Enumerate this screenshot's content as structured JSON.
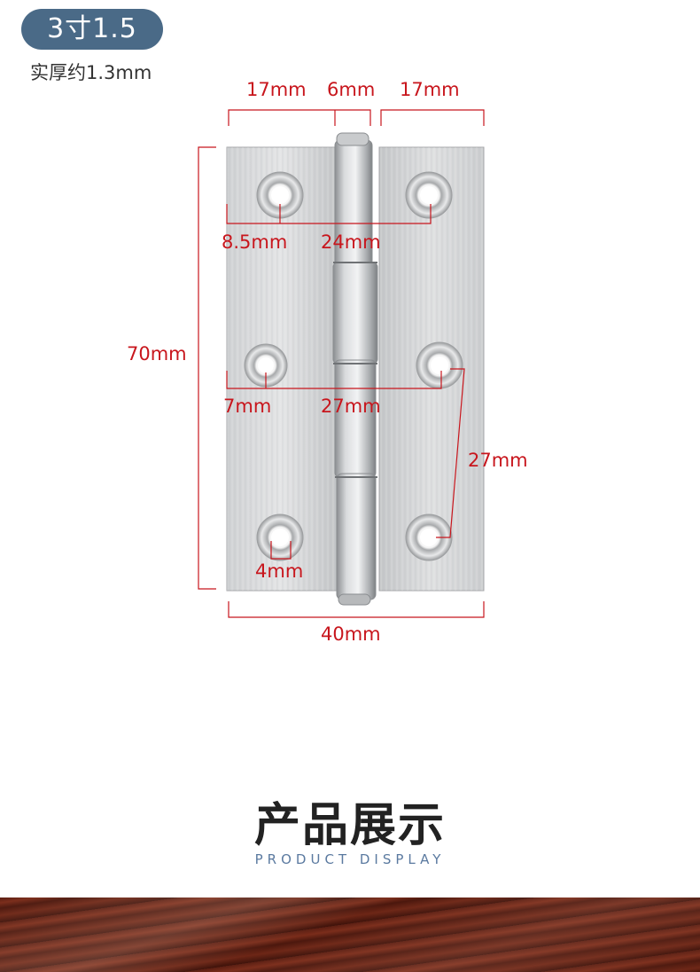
{
  "badge": {
    "label": "3寸1.5"
  },
  "thickness": {
    "label": "实厚约1.3mm"
  },
  "dimensions": {
    "top_left_width": "17mm",
    "knuckle_width": "6mm",
    "top_right_width": "17mm",
    "hole_edge_offset": "8.5mm",
    "top_hole_spacing": "24mm",
    "total_height": "70mm",
    "middle_edge_offset": "7mm",
    "middle_hole_spacing": "27mm",
    "vertical_hole_spacing": "27mm",
    "hole_diameter": "4mm",
    "total_width": "40mm"
  },
  "colors": {
    "dimension_lines": "#c8161d",
    "badge": "#4a6a87",
    "subtitle": "#5b7aa0"
  },
  "section": {
    "title": "产品展示",
    "subtitle": "PRODUCT DISPLAY"
  }
}
